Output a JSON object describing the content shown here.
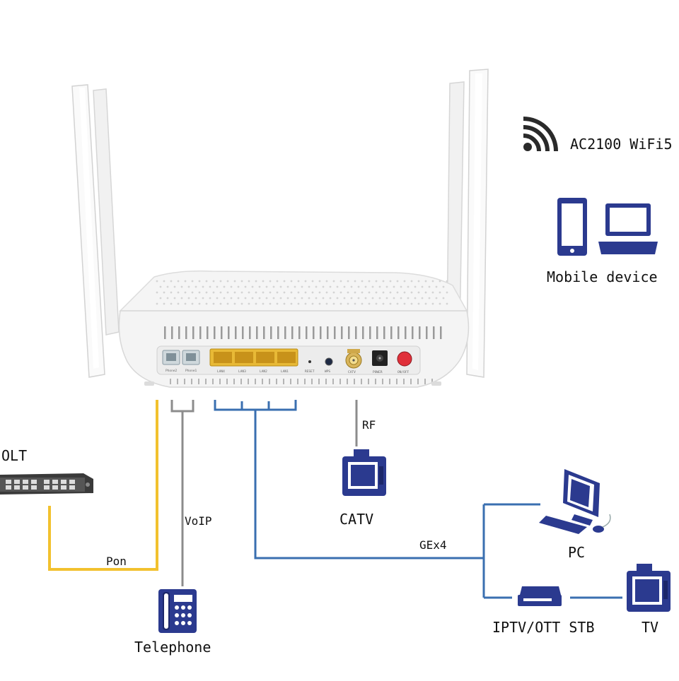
{
  "header": {
    "wifi_label": "AC2100 WiFi5"
  },
  "devices": {
    "mobile_label": "Mobile device",
    "olt_label": "OLT",
    "catv_label": "CATV",
    "pc_label": "PC",
    "stb_label": "IPTV/OTT STB",
    "tv_label": "TV",
    "telephone_label": "Telephone"
  },
  "links": {
    "pon": "Pon",
    "voip": "VoIP",
    "rf": "RF",
    "ge": "GEx4"
  },
  "router_ports": {
    "phone2": "Phone2",
    "phone1": "Phone1",
    "lan4": "LAN4",
    "lan3": "LAN3",
    "lan2": "LAN2",
    "lan1": "LAN1",
    "reset": "RESET",
    "wps": "WPS",
    "catv": "CATV",
    "power": "POWER",
    "onoff": "ON/OFF"
  },
  "colors": {
    "pon_line": "#f2c12e",
    "voip_line": "#8c8c8c",
    "lan_line": "#3a6fb0",
    "device_blue": "#2b3a8f",
    "router_body": "#f4f4f4"
  }
}
